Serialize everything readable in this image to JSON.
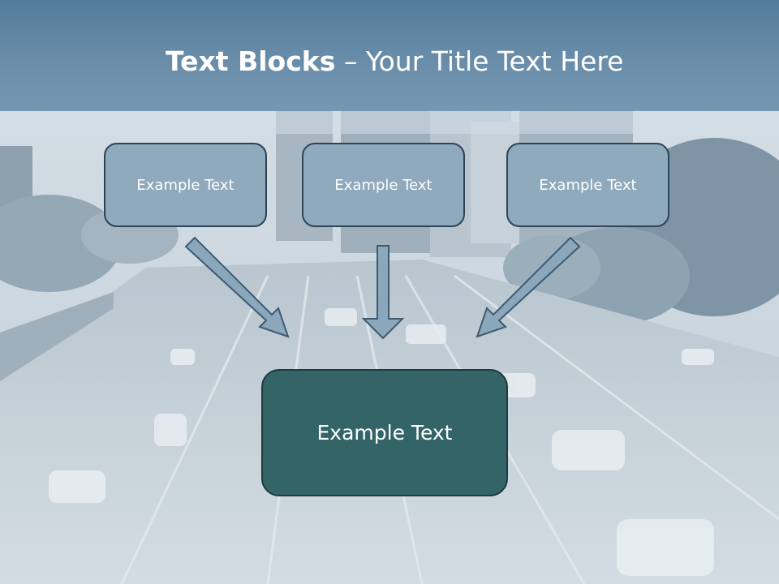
{
  "slide": {
    "title_bold": "Text Blocks",
    "title_separator": " – ",
    "title_rest": "Your Title Text Here"
  },
  "blocks": {
    "top_left": "Example Text",
    "top_center": "Example Text",
    "top_right": "Example Text",
    "main": "Example Text"
  },
  "colors": {
    "title_bar": "#6b8fab",
    "small_box_fill": "#8fa9bd",
    "small_box_border": "#2d4457",
    "main_box_fill": "#336468",
    "arrow_fill": "#8ba7bc",
    "arrow_stroke": "#3e5a70"
  },
  "background": {
    "description_icon": "city-highway-photo"
  }
}
